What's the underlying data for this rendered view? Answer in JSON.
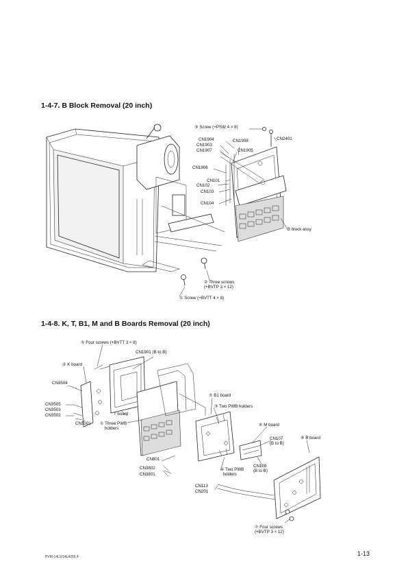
{
  "section1": {
    "heading": "1-4-7.  B Block Removal (20 inch)",
    "labels": {
      "screw_top": "③ Screw (+PSW 4 × 8)",
      "cn2401": "CN2401",
      "cn1904": "CN1904",
      "cn1903": "CN1903",
      "cn1907": "CN1907",
      "cn1908": "CN1908",
      "cn1905": "CN1905",
      "cn1906": "CN1906",
      "cn101": "CN101",
      "cn102": "CN102",
      "cn103": "CN103",
      "cn104": "CN104",
      "b_block": "B block assy",
      "three_screws": "② Three screws\n(+BVTP 3 × 12)",
      "screw_bottom": "① Screw (+BVTT 4 × 8)"
    }
  },
  "section2": {
    "heading": "1-4-8.  K, T, B1, M and B Boards Removal (20 inch)",
    "labels": {
      "four_screws_top": "⑤ Four screws (+BVTT 3 × 8)",
      "cn1901": "CN1901 (B to B)",
      "k_board": "② K board",
      "cn3504": "CN3504",
      "cn3505": "CN3505",
      "cn3503": "CN3503",
      "cn3502": "CN3502",
      "cn3501": "CN3501",
      "t_board": "T board",
      "three_pwb": "① Three PWB\n    holders",
      "b1_board": "⑤ B1 board",
      "two_pwb_top": "③ Two PWB holders",
      "m_board": "⑥ M board",
      "cn107": "CN107\n(B to B)",
      "b_board": "⑧ B board",
      "cn801": "CN801",
      "cn3802": "CN3802",
      "cn3801": "CN3801",
      "two_pwb_bottom": "④ Two PWB\n  holders",
      "cn108": "CN108\n(B to B)",
      "cn113": "CN113",
      "cn201": "CN201",
      "four_screws_bottom": "⑦ Four screws\n(+BVTP 3 × 12)"
    }
  },
  "footer": {
    "model": "PVM-14L5/14L4/20L4",
    "page_number": "1-13"
  }
}
